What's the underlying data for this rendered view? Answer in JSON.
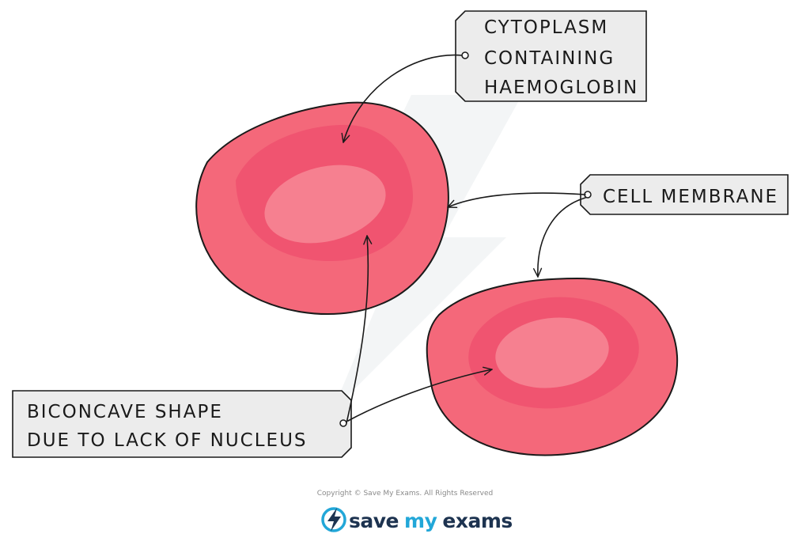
{
  "labels": {
    "cytoplasm": [
      "CYTOPLASM",
      "CONTAINING",
      "HAEMOGLOBIN"
    ],
    "membrane": [
      "CELL  MEMBRANE"
    ],
    "biconcave": [
      "BICONCAVE  SHAPE",
      "DUE  TO  LACK  OF  NUCLEUS"
    ]
  },
  "footer": {
    "copyright": "Copyright © Save My Exams. All Rights Reserved",
    "brand_save": "save",
    "brand_my": "my",
    "brand_exams": "exams"
  },
  "colors": {
    "cell_outer": "#f4687a",
    "cell_mid": "#f05470",
    "cell_center": "#f68090",
    "outline": "#1a1a1a",
    "label_bg": "#ececec",
    "brand_dark": "#1d3350",
    "brand_accent": "#22a7d8"
  },
  "icons": {
    "watermark": "lightning-bolt-icon",
    "logo": "lightning-bolt-icon"
  }
}
